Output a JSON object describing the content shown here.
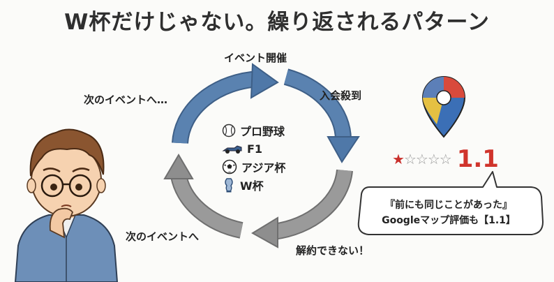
{
  "title": "W杯だけじゃない。繰り返されるパターン",
  "cycle": {
    "event_start": "イベント開催",
    "rush": "入会殺到",
    "no_cancel": "解約できない！",
    "next_event": "次のイベントへ",
    "next_event_more": "次のイベントへ…"
  },
  "center_items": [
    {
      "label": "プロ野球",
      "icon": "baseball-icon"
    },
    {
      "label": "F1",
      "icon": "race-car-icon"
    },
    {
      "label": "アジア杯",
      "icon": "soccer-ball-icon"
    },
    {
      "label": "W杯",
      "icon": "trophy-icon"
    }
  ],
  "rating": {
    "value": "1.1",
    "stars_filled": 1,
    "stars_total": 5,
    "star_color": "#c9302c",
    "value_color": "#d0342c"
  },
  "bubble": {
    "line1": "『前にも同じことがあった』",
    "line2": "Googleマップ評価も【1.1】"
  },
  "colors": {
    "arrow_blue": "#4f78a8",
    "arrow_gray": "#8e8e8e"
  }
}
